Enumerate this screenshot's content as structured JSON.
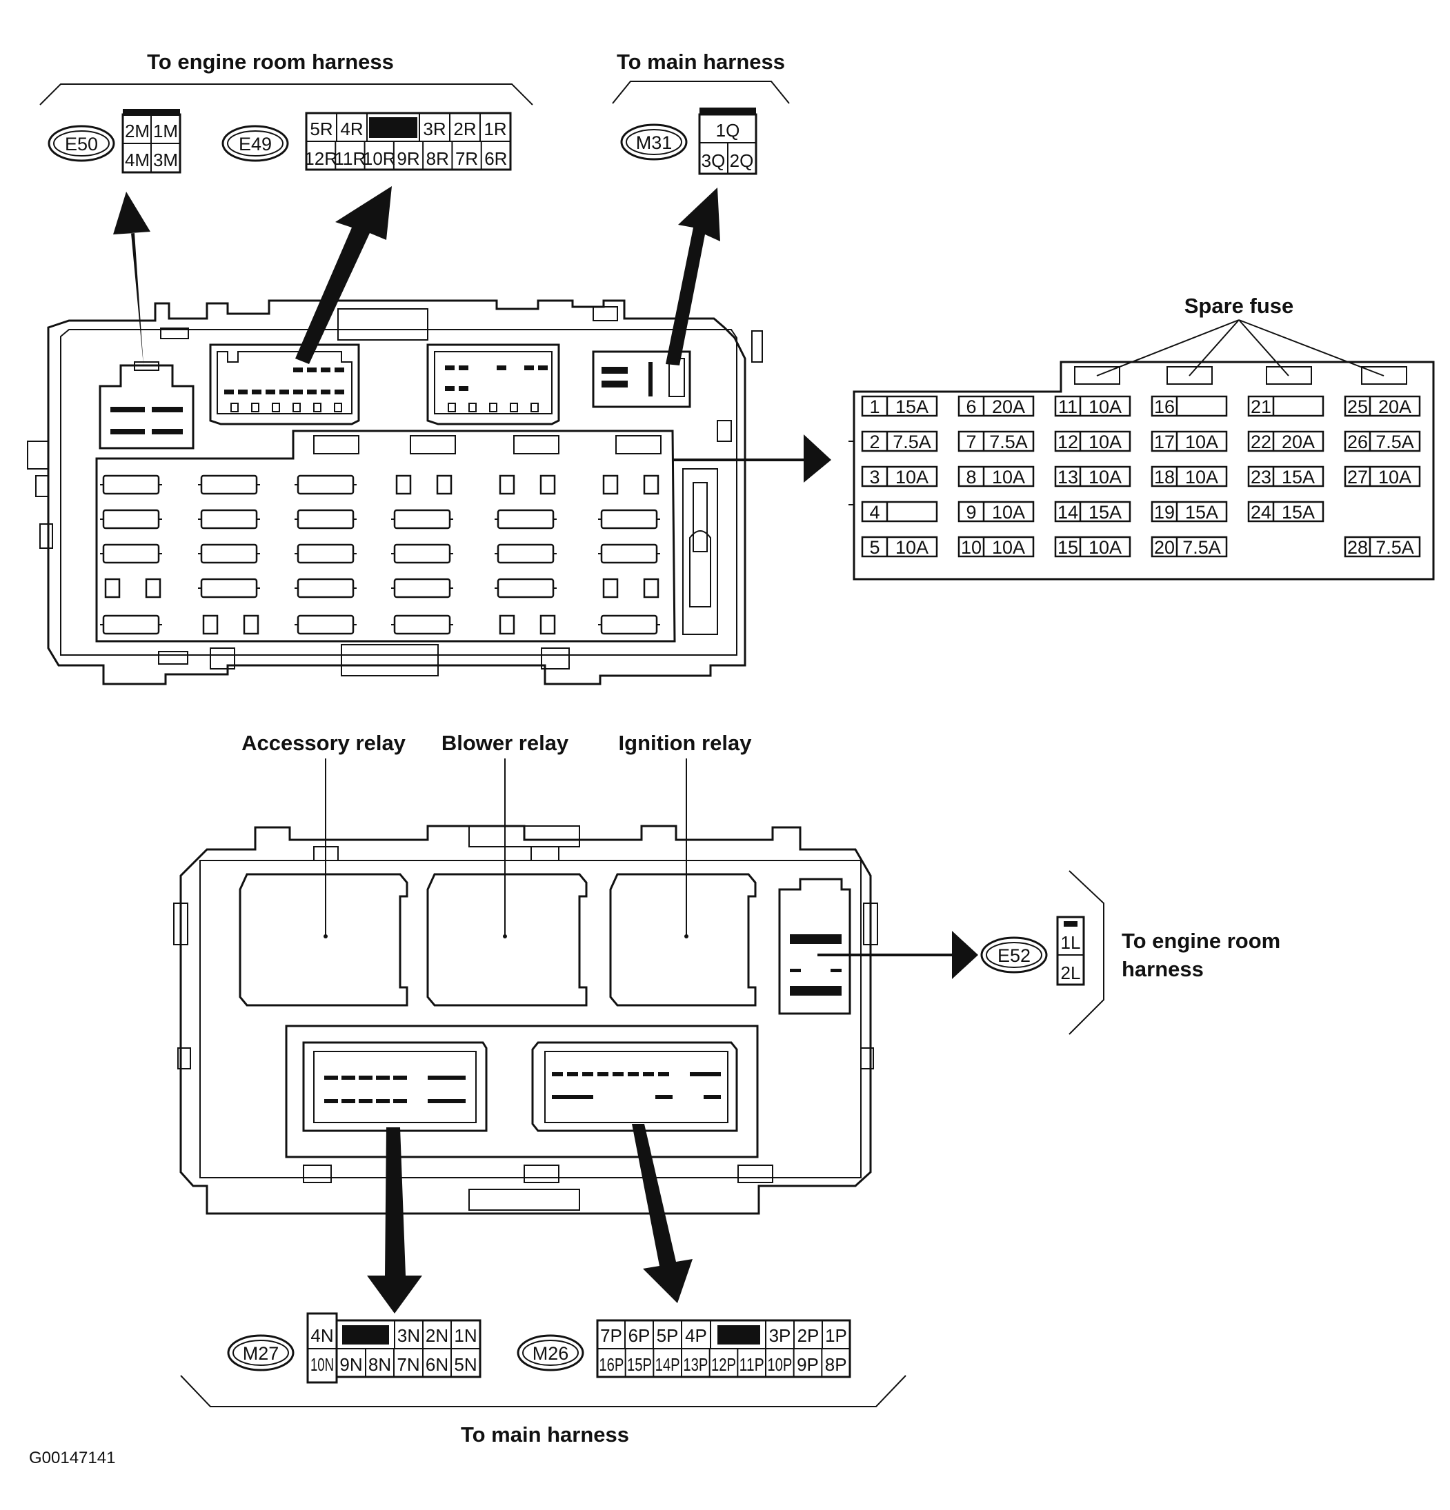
{
  "labels": {
    "top_left_harness": "To engine room harness",
    "top_right_harness": "To main harness",
    "spare_fuse": "Spare fuse",
    "accessory_relay": "Accessory relay",
    "blower_relay": "Blower relay",
    "ignition_relay": "Ignition relay",
    "e52_harness_line1": "To engine room",
    "e52_harness_line2": "harness",
    "bottom_harness": "To main harness",
    "figure_id": "G00147141"
  },
  "connectors": {
    "E50": {
      "code": "E50",
      "row1": [
        "2M",
        "1M"
      ],
      "row2": [
        "4M",
        "3M"
      ]
    },
    "E49": {
      "code": "E49",
      "row1": [
        "5R",
        "4R",
        "",
        "3R",
        "2R",
        "1R"
      ],
      "row2": [
        "12R",
        "11R",
        "10R",
        "9R",
        "8R",
        "7R",
        "6R"
      ]
    },
    "M31": {
      "code": "M31",
      "row1": [
        "1Q"
      ],
      "row2": [
        "3Q",
        "2Q"
      ]
    },
    "E52": {
      "code": "E52",
      "pins": [
        "1L",
        "2L"
      ]
    },
    "M27": {
      "code": "M27",
      "row1": [
        "4N",
        "",
        "3N",
        "2N",
        "1N"
      ],
      "row2": [
        "10N",
        "9N",
        "8N",
        "7N",
        "6N",
        "5N"
      ]
    },
    "M26": {
      "code": "M26",
      "row1": [
        "7P",
        "6P",
        "5P",
        "4P",
        "",
        "3P",
        "2P",
        "1P"
      ],
      "row2": [
        "16P",
        "15P",
        "14P",
        "13P",
        "12P",
        "11P",
        "10P",
        "9P",
        "8P"
      ]
    }
  },
  "fuses": [
    {
      "no": "1",
      "amp": "15A"
    },
    {
      "no": "2",
      "amp": "7.5A"
    },
    {
      "no": "3",
      "amp": "10A"
    },
    {
      "no": "4",
      "amp": ""
    },
    {
      "no": "5",
      "amp": "10A"
    },
    {
      "no": "6",
      "amp": "20A"
    },
    {
      "no": "7",
      "amp": "7.5A"
    },
    {
      "no": "8",
      "amp": "10A"
    },
    {
      "no": "9",
      "amp": "10A"
    },
    {
      "no": "10",
      "amp": "10A"
    },
    {
      "no": "11",
      "amp": "10A"
    },
    {
      "no": "12",
      "amp": "10A"
    },
    {
      "no": "13",
      "amp": "10A"
    },
    {
      "no": "14",
      "amp": "15A"
    },
    {
      "no": "15",
      "amp": "10A"
    },
    {
      "no": "16",
      "amp": ""
    },
    {
      "no": "17",
      "amp": "10A"
    },
    {
      "no": "18",
      "amp": "10A"
    },
    {
      "no": "19",
      "amp": "15A"
    },
    {
      "no": "20",
      "amp": "7.5A"
    },
    {
      "no": "21",
      "amp": ""
    },
    {
      "no": "22",
      "amp": "20A"
    },
    {
      "no": "23",
      "amp": "15A"
    },
    {
      "no": "24",
      "amp": "15A"
    },
    {
      "no": "25",
      "amp": "20A"
    },
    {
      "no": "26",
      "amp": "7.5A"
    },
    {
      "no": "27",
      "amp": "10A"
    },
    {
      "no": "28",
      "amp": "7.5A"
    }
  ]
}
